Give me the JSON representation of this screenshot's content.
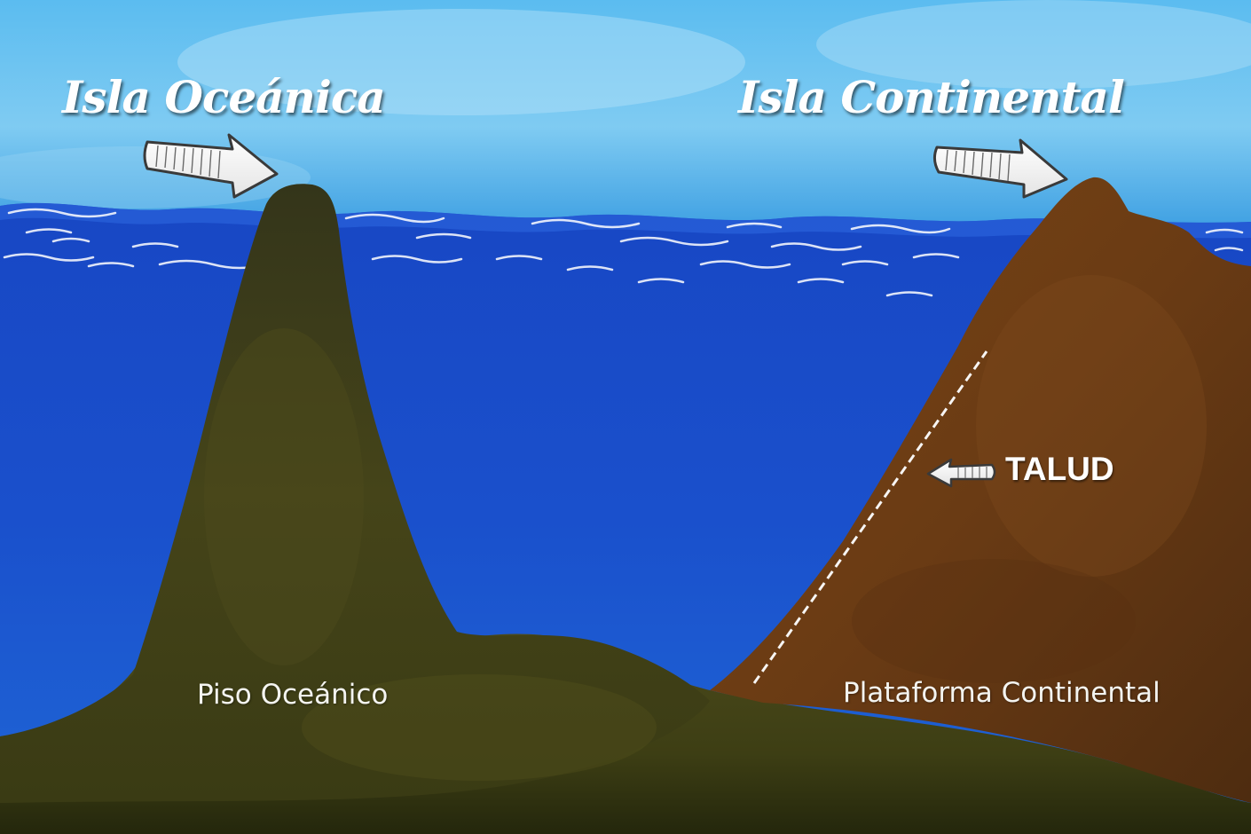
{
  "labels": {
    "isla_oceanica": "Isla Oceánica",
    "isla_continental": "Isla Continental",
    "talud": "TALUD",
    "piso_oceanico": "Piso Oceánico",
    "plataforma_continental": "Plataforma Continental"
  },
  "colors": {
    "sky": "#4cb2ea",
    "sky_light": "#a9dcf6",
    "ocean": "#1a4cc8",
    "ocean_deep": "#0d38b0",
    "oceanic_island": "#3e3f15",
    "continental_island": "#6b3b14",
    "seafloor": "#45451a",
    "text": "#ffffff"
  },
  "icons": [
    "arrow-right-icon",
    "arrow-right-icon",
    "arrow-left-icon",
    "wave-lines",
    "dashed-slope-line"
  ]
}
